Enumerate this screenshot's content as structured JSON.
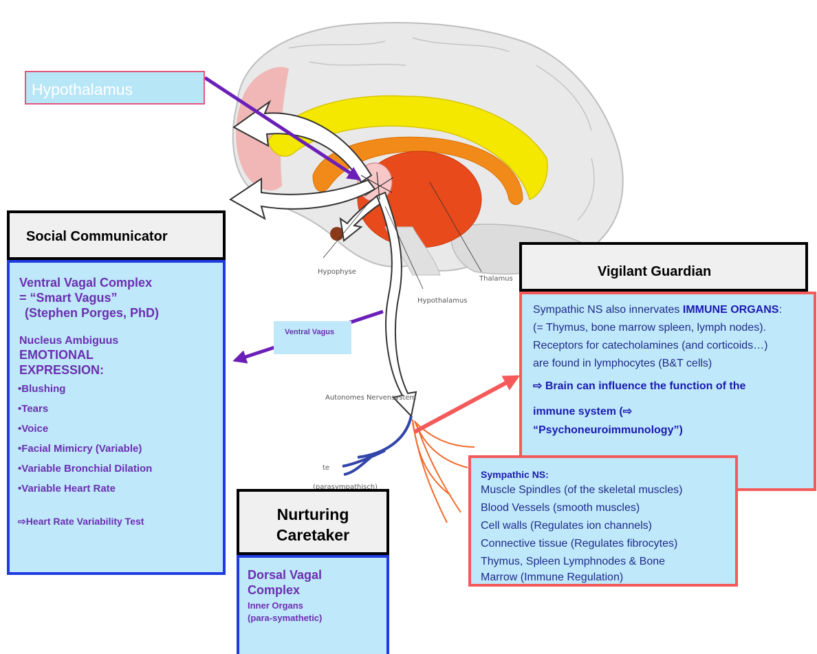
{
  "labels": {
    "hypothalamus_box": "Hypothalamus",
    "ventral_vagus": "Ventral Vagus"
  },
  "brain_labels": {
    "hypophyse": "Hypophyse",
    "thalamus": "Thalamus",
    "hypothalamus": "Hypothalamus",
    "autonomes": "Autonomes Nervensystem",
    "parasympathisch": "(parasympathisch)",
    "fragment": "te"
  },
  "social_communicator": {
    "title": "Social Communicator",
    "line1": "Ventral Vagal Complex",
    "line2": "= “Smart Vagus”",
    "line3": "(Stephen Porges, PhD)",
    "line4": "Nucleus Ambiguus",
    "line5": "EMOTIONAL",
    "line6": "EXPRESSION:",
    "bullets": [
      "Blushing",
      "Tears",
      "Voice",
      "Facial Mimicry (Variable)",
      "Variable Bronchial Dilation",
      "Variable Heart Rate"
    ],
    "test": "⇨Heart Rate Variability Test"
  },
  "vigilant_guardian": {
    "title": "Vigilant Guardian",
    "l1a": "Sympathic NS  also innervates ",
    "l1b": "IMMUNE ORGANS",
    "l1c": ":",
    "l2": "(= Thymus, bone marrow spleen, lymph nodes).",
    "l3": "Receptors for catecholamines (and corticoids…)",
    "l4": "are found  in lymphocytes (B&T cells)",
    "l5": "⇨  Brain can influence the function of the",
    "l6": "immune system  (⇨",
    "l7": "“Psychoneuroimmunology”)"
  },
  "sympathic_ns": {
    "title": "Sympathic NS:",
    "items": [
      "Muscle Spindles (of the skeletal muscles)",
      "Blood Vessels (smooth muscles)",
      "Cell walls (Regulates ion channels)",
      "Connective tissue (Regulates fibrocytes)",
      "Thymus, Spleen Lymphnodes  & Bone",
      "Marrow (Immune Regulation)"
    ]
  },
  "nurturing_caretaker": {
    "title_line1": "Nurturing",
    "title_line2": "Caretaker",
    "line1": "Dorsal Vagal",
    "line2": "Complex",
    "line3": "Inner Organs",
    "line4": "(para-symathetic)"
  },
  "colors": {
    "purple_text": "#6a2fb0",
    "blue_border": "#1e3ae0",
    "red_border": "#f45a5a",
    "light_blue_fill": "#bfe8fa",
    "pink_border": "#e3577d"
  }
}
